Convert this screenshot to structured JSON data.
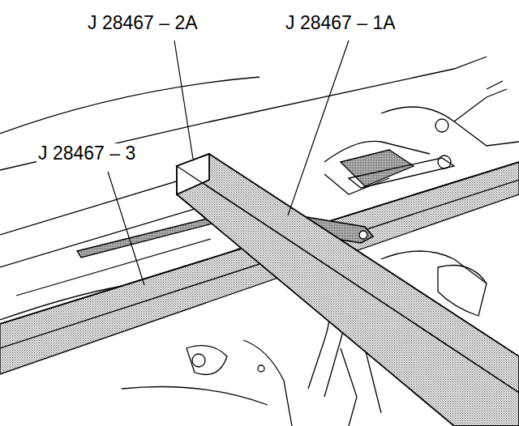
{
  "diagram": {
    "labels": [
      "J 28467 – 2A",
      "J 28467 – 1A",
      "J 28467 – 3"
    ]
  }
}
